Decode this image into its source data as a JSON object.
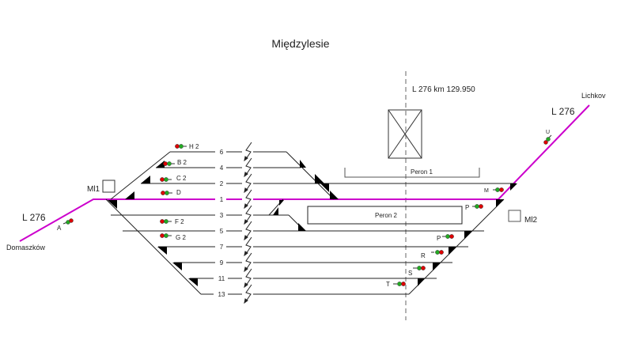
{
  "title": "Międzylesie",
  "km_marker": "L 276 km 129.950",
  "lines": {
    "left_line_label": "L 276",
    "left_destination": "Domaszków",
    "right_line_label": "L 276",
    "right_destination": "Lichkov"
  },
  "boxes": {
    "ml1": "Ml1",
    "ml2": "Ml2"
  },
  "platforms": {
    "peron1": "Peron 1",
    "peron2": "Peron 2"
  },
  "tracks": [
    "6",
    "4",
    "2",
    "1",
    "3",
    "5",
    "7",
    "9",
    "11",
    "13"
  ],
  "signals_left": [
    "H 2",
    "B 2",
    "C 2",
    "D",
    "F 2",
    "G 2"
  ],
  "signals_right": [
    "M",
    "P",
    "P",
    "R",
    "S",
    "T"
  ],
  "signal_entry_left": "A",
  "signal_entry_right": "U",
  "colors": {
    "main_line": "#cc00cc",
    "track": "#222222",
    "signal_red": "#dd0000",
    "signal_green": "#22aa22",
    "axis_dash": "#999999"
  }
}
